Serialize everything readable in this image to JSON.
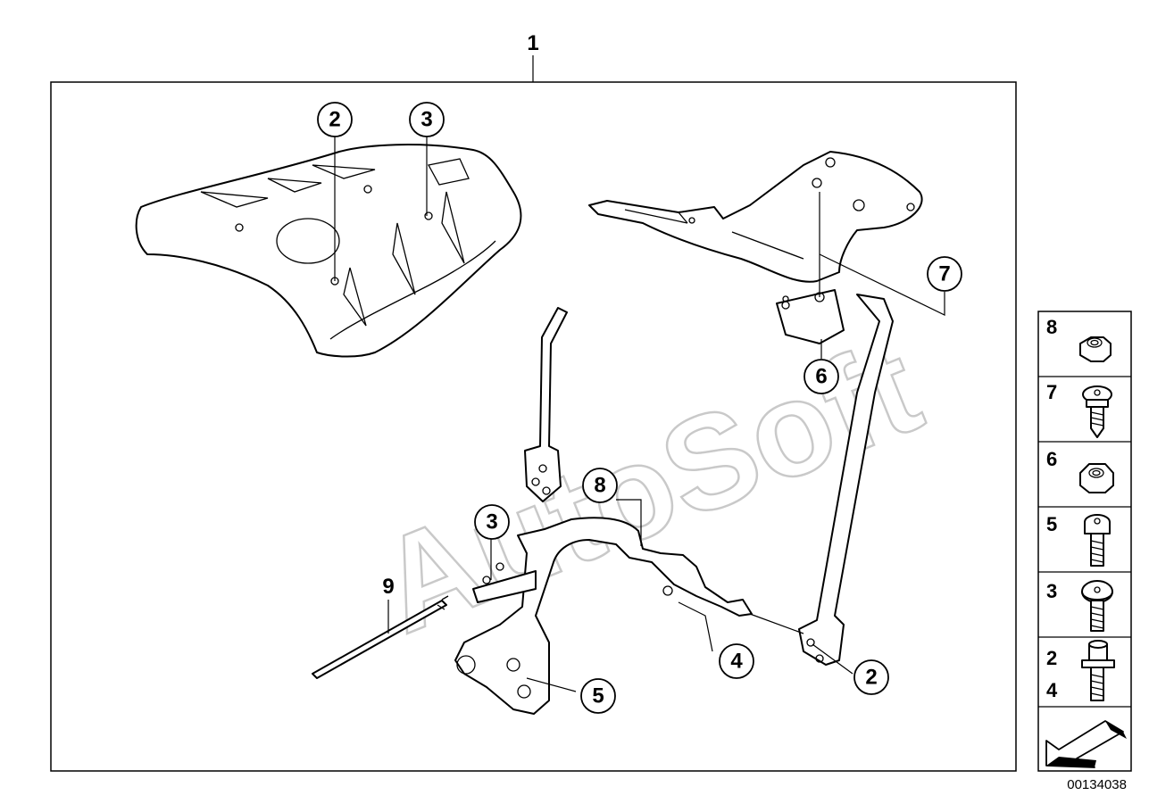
{
  "diagram": {
    "main_label": "1",
    "watermark": "AutoSoft",
    "callouts": [
      {
        "id": "top-plate-2",
        "label": "2"
      },
      {
        "id": "top-plate-3",
        "label": "3"
      },
      {
        "id": "rack-7",
        "label": "7"
      },
      {
        "id": "rack-6",
        "label": "6"
      },
      {
        "id": "bracket-8",
        "label": "8"
      },
      {
        "id": "bracket-3",
        "label": "3"
      },
      {
        "id": "bracket-4",
        "label": "4"
      },
      {
        "id": "bracket-5",
        "label": "5"
      },
      {
        "id": "rack-foot-2",
        "label": "2"
      }
    ],
    "cable_tie_label": "9",
    "legend": [
      {
        "labels": [
          "8"
        ],
        "part": "self-locking-nut"
      },
      {
        "labels": [
          "7"
        ],
        "part": "flange-screw"
      },
      {
        "labels": [
          "6"
        ],
        "part": "hex-nut"
      },
      {
        "labels": [
          "5"
        ],
        "part": "torx-screw"
      },
      {
        "labels": [
          "3"
        ],
        "part": "button-head-screw"
      },
      {
        "labels": [
          "2",
          "4"
        ],
        "part": "collar-screw"
      }
    ],
    "diagram_code": "00134038"
  }
}
